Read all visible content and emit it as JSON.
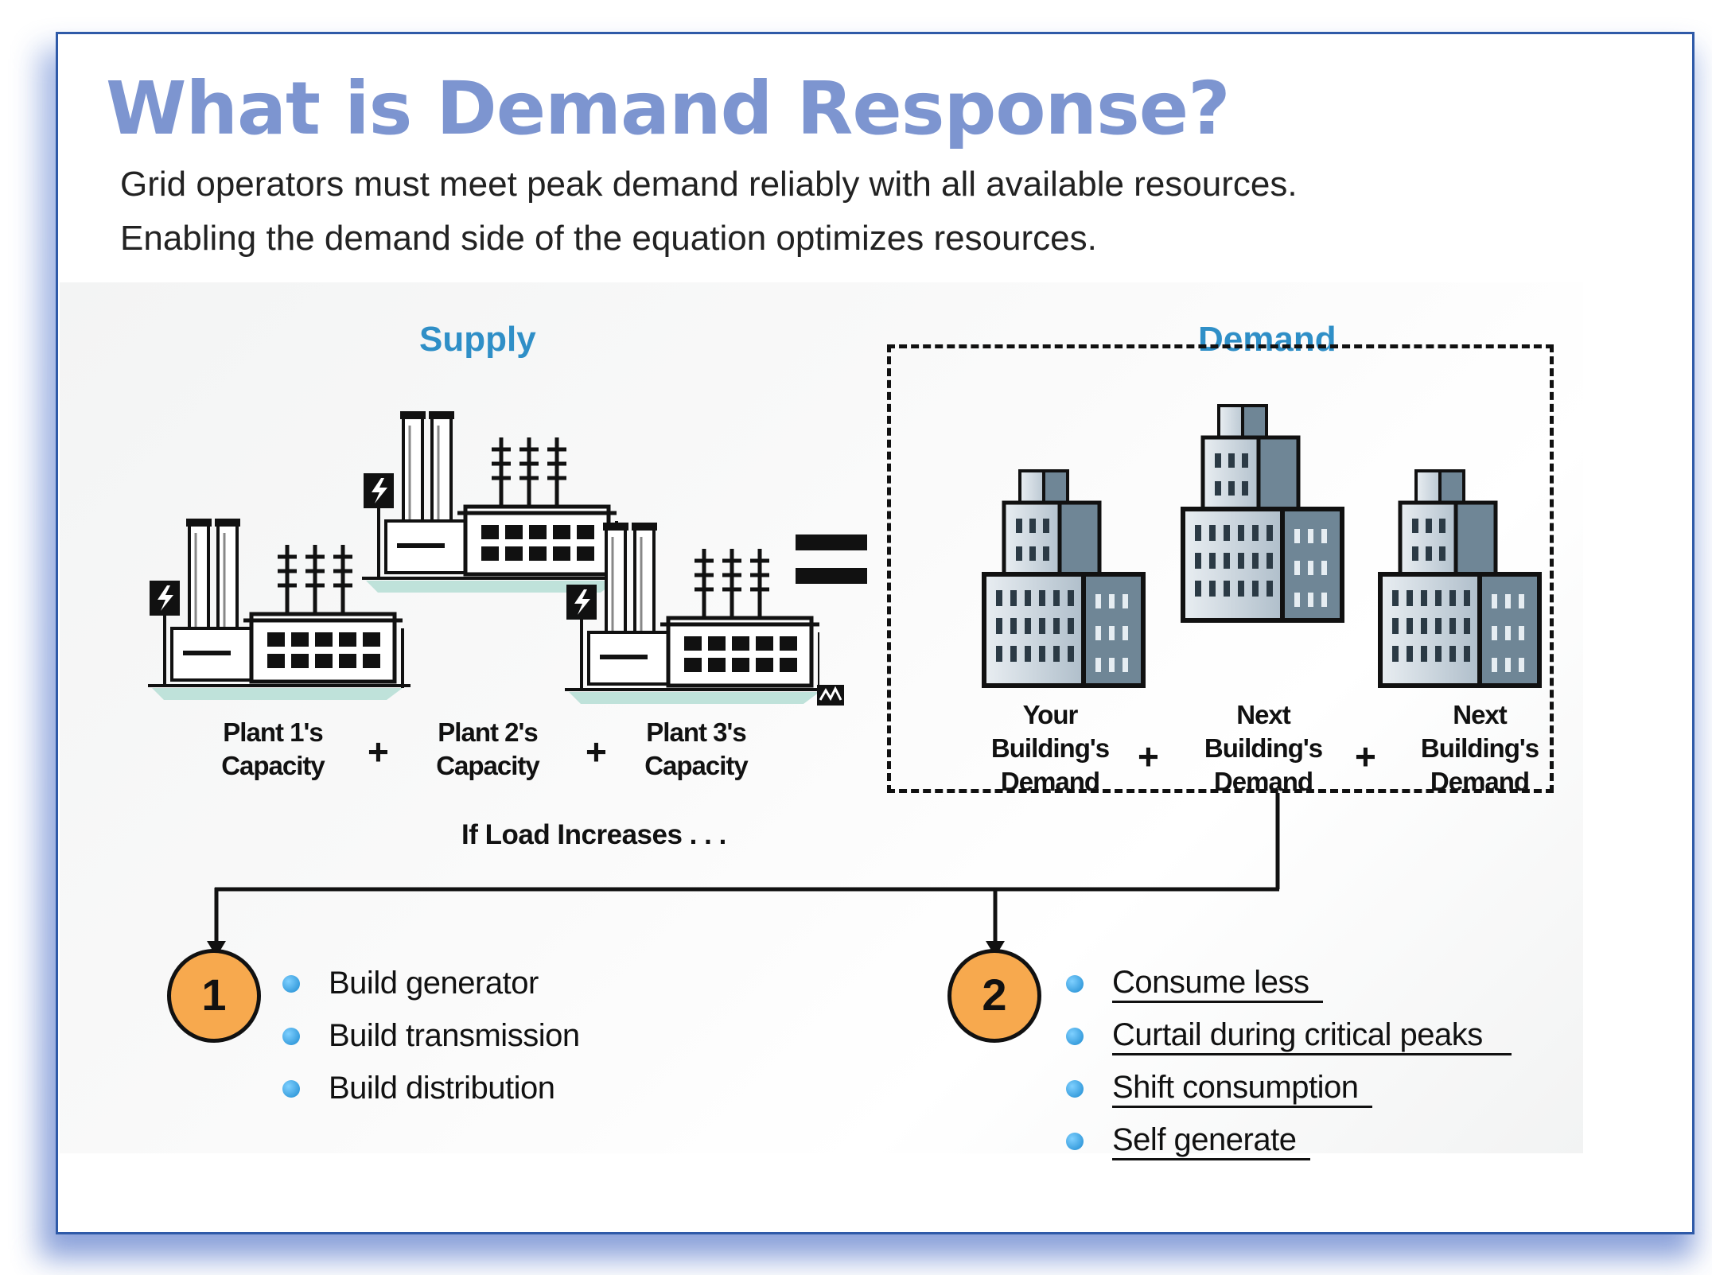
{
  "title": "What is Demand Response?",
  "intro": [
    "Grid operators must meet peak demand reliably with all available resources.",
    "Enabling the demand side of the equation optimizes resources."
  ],
  "supply": {
    "heading": "Supply",
    "plants": [
      {
        "line1": "Plant 1's",
        "line2": "Capacity"
      },
      {
        "line1": "Plant 2's",
        "line2": "Capacity"
      },
      {
        "line1": "Plant 3's",
        "line2": "Capacity"
      }
    ],
    "operator": "+"
  },
  "demand": {
    "heading": "Demand",
    "buildings": [
      {
        "line1": "Your",
        "line2": "Building's",
        "line3": "Demand"
      },
      {
        "line1": "Next",
        "line2": "Building's",
        "line3": "Demand"
      },
      {
        "line1": "Next",
        "line2": "Building's",
        "line3": "Demand"
      }
    ],
    "operator": "+"
  },
  "load_label": "If Load Increases . . .",
  "option1": {
    "number": "1",
    "items": [
      "Build generator",
      "Build transmission",
      "Build distribution"
    ]
  },
  "option2": {
    "number": "2",
    "items": [
      "Consume less",
      "Curtail during critical peaks",
      "Shift consumption",
      "Self generate"
    ]
  },
  "colors": {
    "title": "#7d95d0",
    "section_heading": "#2f8fc7",
    "frame_border": "#2f5aa8",
    "circle_fill": "#f7a94e",
    "bullet": "#1d8ad0"
  }
}
